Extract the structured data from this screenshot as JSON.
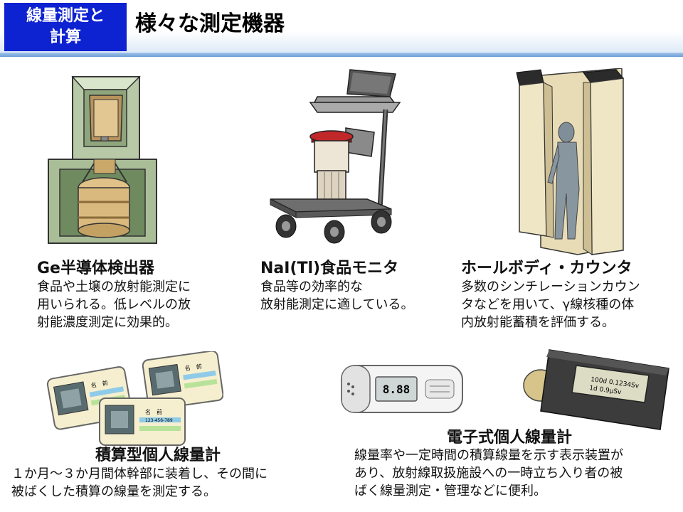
{
  "header": {
    "section_tag": [
      "線量測定と",
      "計算"
    ],
    "title": "様々な測定機器"
  },
  "devices": {
    "ge": {
      "name": "Ge半導体検出器",
      "desc": [
        "食品や土壌の放射能測定に",
        "用いられる。低レベルの放",
        "射能濃度測定に効果的。"
      ]
    },
    "nai": {
      "name": "NaI(Tl)食品モニタ",
      "desc": [
        "食品等の効率的な",
        "放射能測定に適している。"
      ]
    },
    "wbc": {
      "name": "ホールボディ・カウンタ",
      "desc": [
        "多数のシンチレーションカウン",
        "タなどを用いて、γ線核種の体",
        "内放射能蓄積を評価する。"
      ]
    },
    "integrating": {
      "name": "積算型個人線量計",
      "desc": [
        "１か月～３か月間体幹部に装着し、その間に",
        "被ばくした積算の線量を測定する。"
      ],
      "badge_label": "名　前",
      "badge_number": "123-456-789"
    },
    "electronic": {
      "name": "電子式個人線量計",
      "desc": [
        "線量率や一定時間の積算線量を示す表示装置が",
        "あり、放射線取扱施設への一時立ち入り者の被",
        "ばく線量測定・管理などに便利。"
      ],
      "display_reading": "8.88",
      "screen_line1": "100d  0.1234Sv",
      "screen_line2": "1d         0.9μSv"
    }
  }
}
